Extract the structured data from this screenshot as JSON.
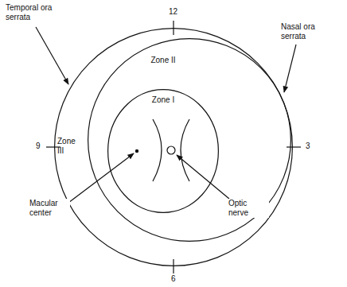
{
  "diagram": {
    "nodes": [
      {
        "text": [
          "Zone III"
        ]
      },
      {
        "text": [
          "Zone II"
        ],
        "in": 0
      },
      {
        "text": [
          "Zone I"
        ],
        "in": 1
      }
    ],
    "labels": [
      "Temporal ora serrata",
      "12",
      "Nasal ora serrata",
      "9",
      "3",
      "Macular center",
      "Optic nerve",
      "6"
    ]
  }
}
